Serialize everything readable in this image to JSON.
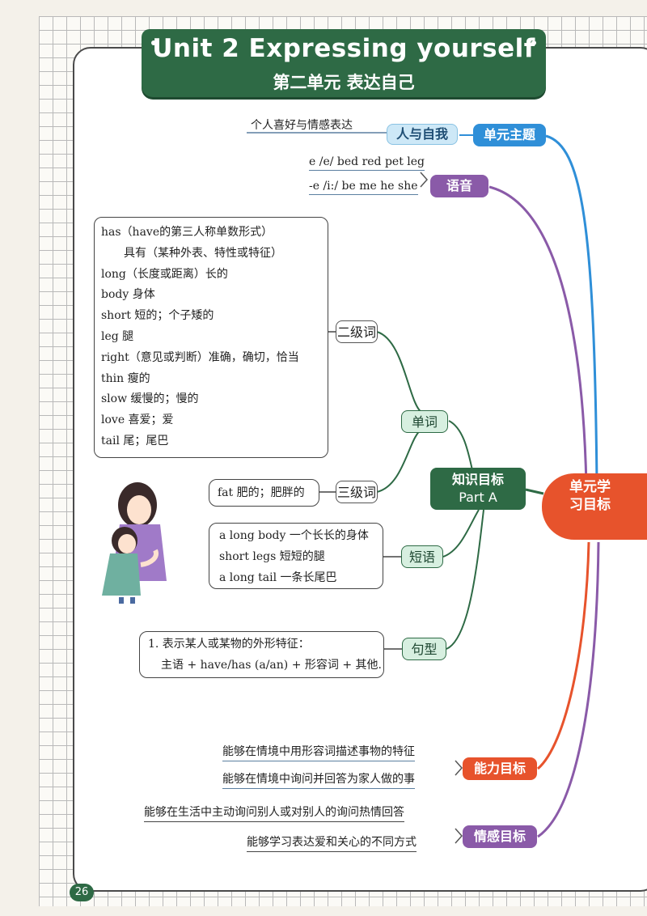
{
  "title": {
    "en": "Unit 2  Expressing yourself",
    "zh": "第二单元   表达自己"
  },
  "root": {
    "label": "单元学习目标"
  },
  "theme": {
    "label": "单元主题",
    "sub": "人与自我",
    "leaf": "个人喜好与情感表达"
  },
  "phonics": {
    "label": "语音",
    "lines": [
      "e /e/ bed red pet leg",
      "-e /i:/ be me he she"
    ]
  },
  "knowledge": {
    "label": "知识目标",
    "sublabel": "Part A",
    "words": {
      "label": "单词",
      "level2": {
        "label": "二级词",
        "items": [
          "has（have的第三人称单数形式）",
          "具有（某种外表、特性或特征）",
          "long（长度或距离）长的",
          "body 身体",
          "short 短的；个子矮的",
          "leg 腿",
          "right（意见或判断）准确，确切，恰当",
          "thin 瘦的",
          "slow 缓慢的；慢的",
          "love 喜爱；爱",
          "tail 尾；尾巴"
        ]
      },
      "level3": {
        "label": "三级词",
        "items": [
          "fat 肥的；肥胖的"
        ]
      }
    },
    "phrases": {
      "label": "短语",
      "items": [
        "a long body 一个长长的身体",
        "short legs 短短的腿",
        "a long tail 一条长尾巴"
      ]
    },
    "sentences": {
      "label": "句型",
      "items": [
        "1. 表示某人或某物的外形特征：",
        "主语 + have/has (a/an) + 形容词 + 其他."
      ]
    }
  },
  "ability": {
    "label": "能力目标",
    "items": [
      "能够在情境中用形容词描述事物的特征",
      "能够在情境中询问并回答为家人做的事"
    ]
  },
  "emotion": {
    "label": "情感目标",
    "items": [
      "能够在生活中主动询问别人或对别人的询问热情回答",
      "能够学习表达爱和关心的不同方式"
    ]
  },
  "page_number": "26",
  "colors": {
    "banner": "#2e6a45",
    "theme": "#2f8fd8",
    "phonics": "#8a5aa8",
    "ability": "#e7532c",
    "knowledge": "#2e6a45"
  }
}
